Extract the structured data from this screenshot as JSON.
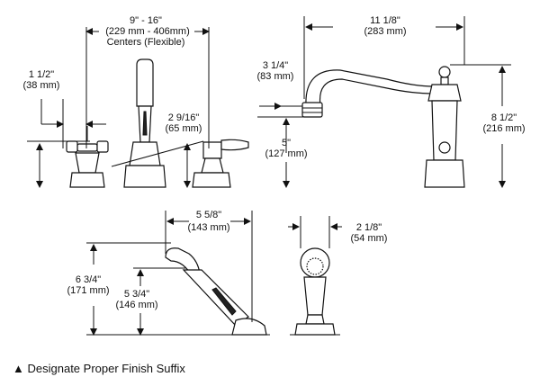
{
  "dimensions": {
    "centers_range": "9\" - 16\"",
    "centers_metric": "(229 mm - 406mm)",
    "centers_label": "Centers (Flexible)",
    "spout_reach": "11 1/8\"",
    "spout_reach_metric": "(283 mm)",
    "handle_offset": "1 1/2\"",
    "handle_offset_metric": "(38 mm)",
    "diverter_height": "2 9/16\"",
    "diverter_height_metric": "(65 mm)",
    "spout_drop": "3 1/4\"",
    "spout_drop_metric": "(83 mm)",
    "spout_outlet_height": "5\"",
    "spout_outlet_height_metric": "(127 mm)",
    "spout_height": "8 1/2\"",
    "spout_height_metric": "(216 mm)",
    "handshower_width": "5 5/8\"",
    "handshower_width_metric": "(143 mm)",
    "handshower_height": "6 3/4\"",
    "handshower_height_metric": "(171 mm)",
    "handshower_holder_height": "5 3/4\"",
    "handshower_holder_height_metric": "(146 mm)",
    "spray_face_width": "2 1/8\"",
    "spray_face_width_metric": "(54 mm)"
  },
  "footnote": {
    "symbol": "▲",
    "text": "Designate Proper Finish Suffix"
  }
}
